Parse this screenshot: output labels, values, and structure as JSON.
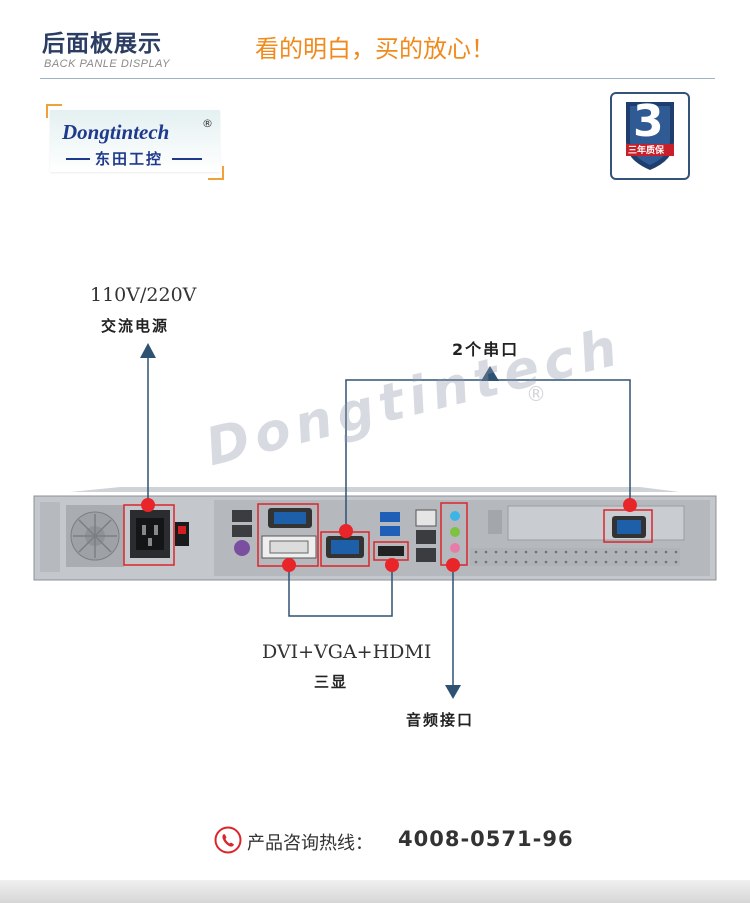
{
  "header": {
    "title": "后面板展示",
    "subtitle": "BACK PANLE DISPLAY",
    "slogan": "看的明白，买的放心！"
  },
  "logo": {
    "brand_en": "Dongtintech",
    "registered": "®",
    "brand_cn": "东田工控"
  },
  "warranty_badge": {
    "number": "3",
    "text": "三年质保"
  },
  "watermark": {
    "text": "Dongtintech",
    "registered": "®"
  },
  "callouts": {
    "power_voltage": "110V/220V",
    "power_label": "交流电源",
    "serial_label": "2个串口",
    "display_ports": "DVI+VGA+HDMI",
    "display_label": "三显",
    "audio_label": "音频接口"
  },
  "footer": {
    "phone_label": "产品咨询热线：",
    "phone_number": "4008-0571-96"
  },
  "colors": {
    "header_title": "#2b3d63",
    "slogan": "#f08a1c",
    "callout_line": "#2e5272",
    "marker_dot": "#e8262a"
  }
}
